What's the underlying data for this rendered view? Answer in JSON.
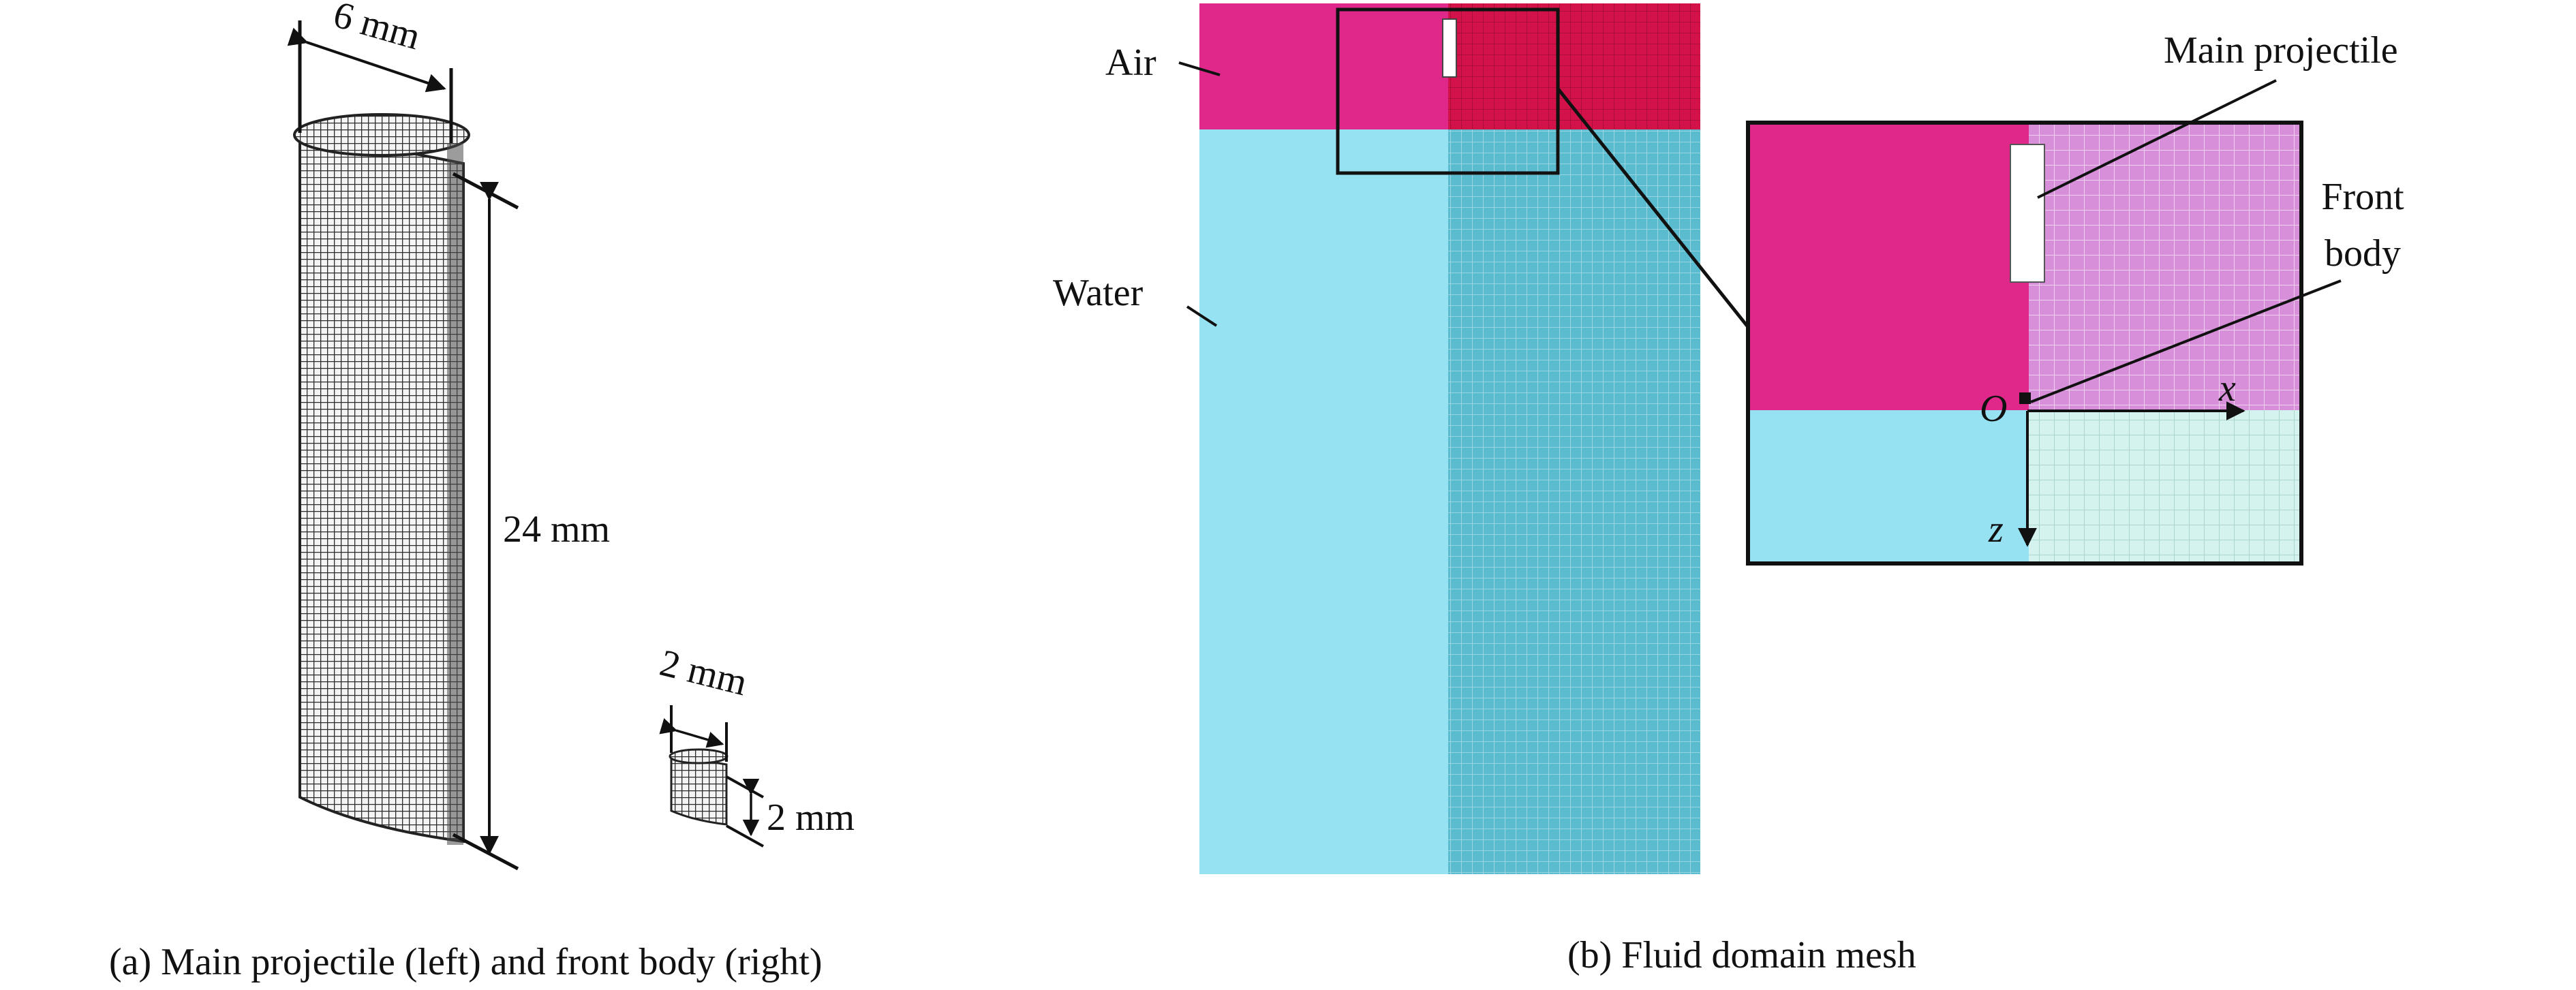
{
  "panel_a": {
    "caption": "(a) Main projectile (left) and front body (right)",
    "main_projectile": {
      "diameter_label": "6 mm",
      "length_label": "24 mm"
    },
    "front_body": {
      "diameter_label": "2 mm",
      "length_label": "2 mm"
    }
  },
  "panel_b": {
    "caption": "(b) Fluid domain mesh",
    "regions": {
      "air_label": "Air",
      "water_label": "Water"
    },
    "zoom_inset": {
      "main_projectile_label": "Main projectile",
      "front_body_label_line1": "Front",
      "front_body_label_line2": "body",
      "origin_label": "O",
      "x_axis_label": "x",
      "z_axis_label": "z"
    }
  },
  "colors": {
    "air": "#e0288a",
    "air_dense_mesh": "#d3124a",
    "water": "#96e2f2",
    "water_dense_mesh": "#4fb3c6",
    "inset_air_mesh": "#d78fd9",
    "inset_water_mesh": "#d4f2ee",
    "mesh_solid": "#5a5a5a",
    "line": "#111111"
  }
}
